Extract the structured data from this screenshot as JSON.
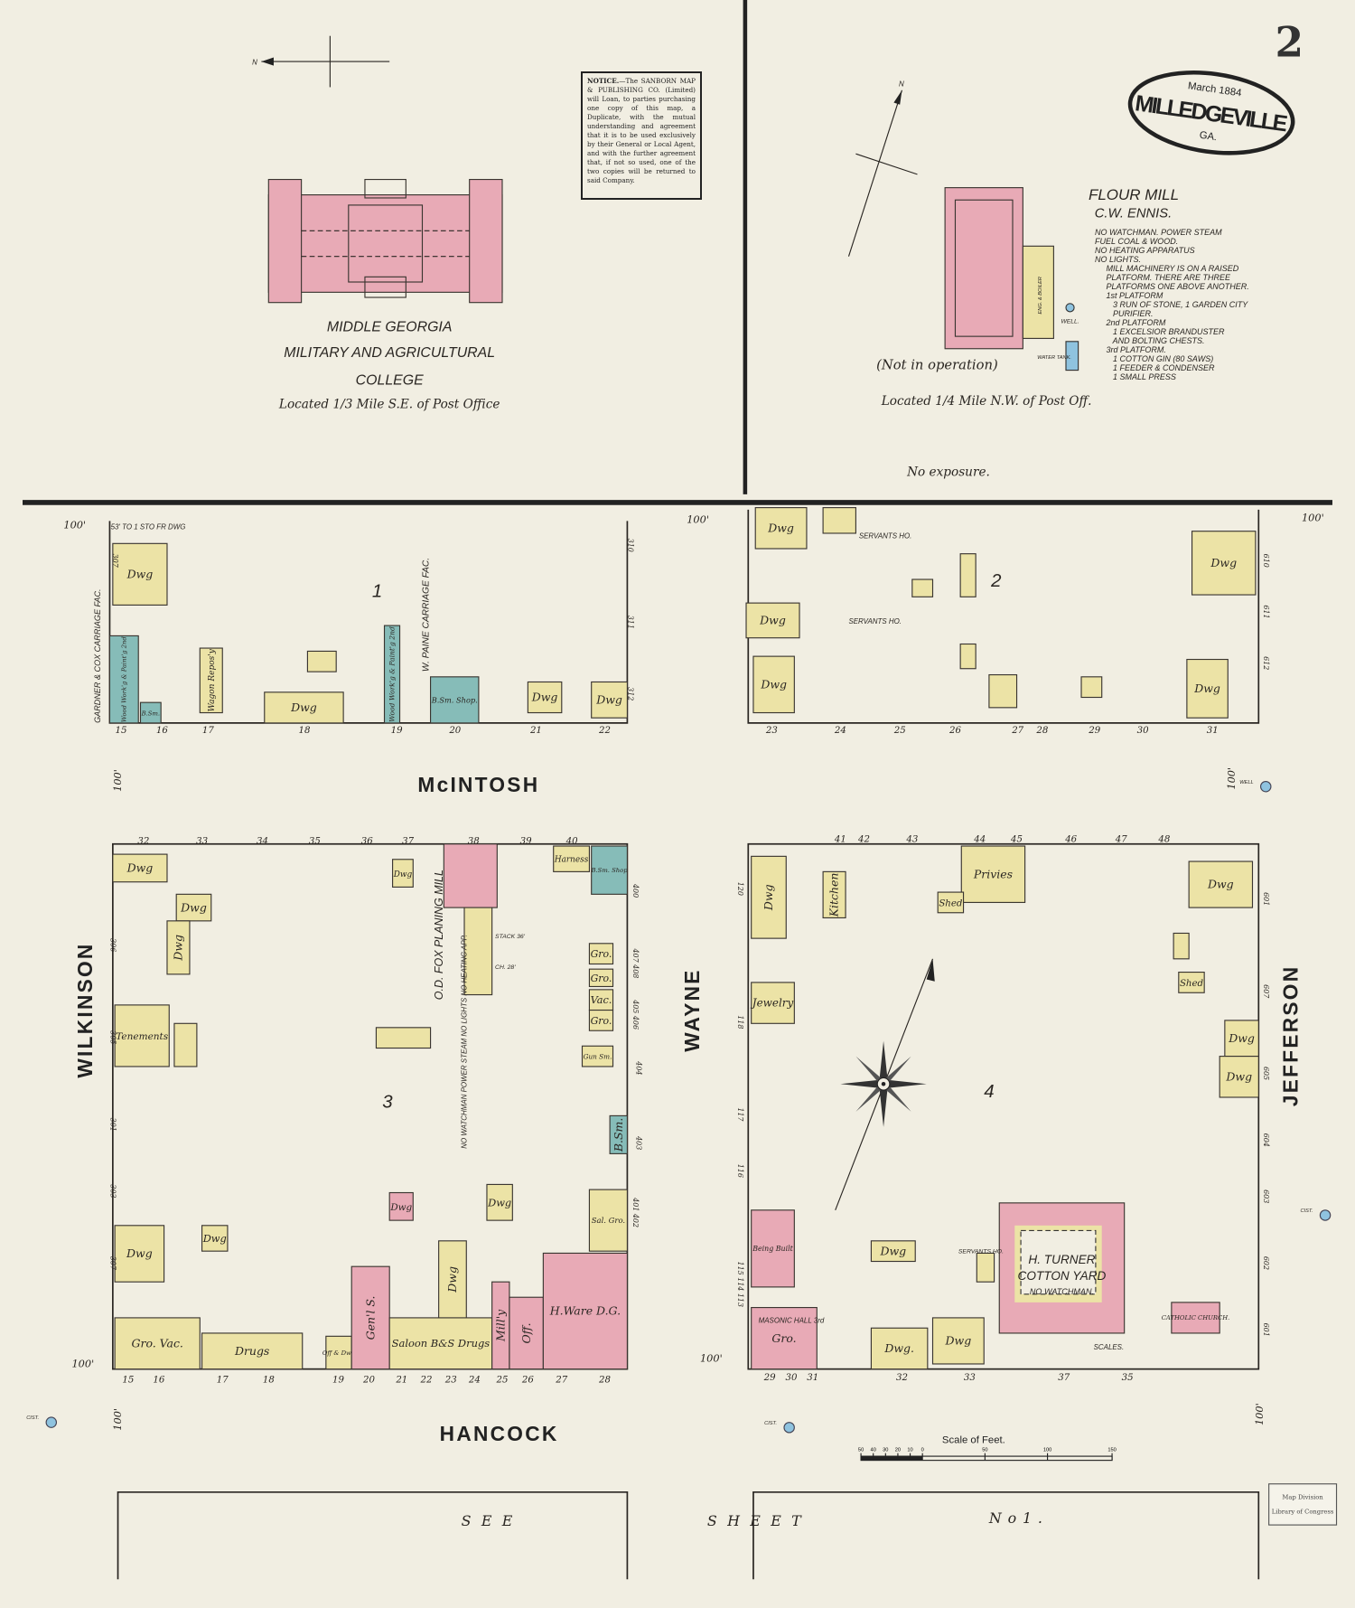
{
  "sheet": {
    "number": "2"
  },
  "title_seal": {
    "date": "March 1884",
    "city": "MILLEDGEVILLE",
    "state": "GA."
  },
  "notice": {
    "heading": "NOTICE.",
    "text": "—The SANBORN MAP & PUBLISHING CO. (Limited) will Loan, to parties purchasing one copy of this map, a Duplicate, with the mutual understanding and agreement that it is to be used exclusively by their General or Local Agent, and with the further agreement that, if not so used, one of the two copies will be returned to said Company."
  },
  "college": {
    "name_line1": "MIDDLE GEORGIA",
    "name_line2": "MILITARY AND AGRICULTURAL",
    "name_line3": "COLLEGE",
    "location": "Located 1/3 Mile S.E. of Post Office",
    "north_label": "N"
  },
  "flour_mill": {
    "title": "FLOUR MILL",
    "owner": "C.W. ENNIS.",
    "notes": [
      "NO WATCHMAN. POWER STEAM",
      "FUEL COAL & WOOD.",
      "NO HEATING APPARATUS",
      "NO LIGHTS.",
      "     MILL MACHINERY IS ON A RAISED",
      "     PLATFORM. THERE ARE THREE",
      "     PLATFORMS ONE ABOVE ANOTHER.",
      "     1st PLATFORM",
      "        3 RUN OF STONE, 1 GARDEN CITY",
      "        PURIFIER.",
      "     2nd PLATFORM",
      "        1 EXCELSIOR BRANDUSTER",
      "        AND BOLTING CHESTS.",
      "     3rd PLATFORM.",
      "        1 COTTON GIN (80 SAWS)",
      "        1 FEEDER & CONDENSER",
      "        1 SMALL PRESS"
    ],
    "status": "(Not in operation)",
    "location": "Located 1/4 Mile N.W. of Post Off.",
    "exposure": "No exposure.",
    "well_label": "WELL.",
    "tank_label": "WATER TANK.",
    "engine_label": "ENG. & BOILER",
    "north_label": "N"
  },
  "streets": {
    "mcintosh": "McINTOSH",
    "hancock": "HANCOCK",
    "wilkinson": "WILKINSON",
    "wayne": "WAYNE",
    "jefferson": "JEFFERSON"
  },
  "blocks": [
    {
      "number": "1",
      "lots": [
        "15",
        "16",
        "17",
        "18",
        "19",
        "20",
        "21",
        "22"
      ]
    },
    {
      "number": "2",
      "lots": [
        "23",
        "24",
        "25",
        "26",
        "27",
        "28",
        "29",
        "30",
        "31"
      ]
    },
    {
      "number": "3",
      "lots_top": [
        "32",
        "33",
        "34",
        "35",
        "36",
        "37",
        "38",
        "39",
        "40"
      ],
      "lots_bottom": [
        "15",
        "16",
        "17",
        "18",
        "19",
        "20",
        "21",
        "22",
        "23",
        "24",
        "25",
        "26",
        "27",
        "28"
      ]
    },
    {
      "number": "4",
      "lots_top": [
        "41",
        "42",
        "43",
        "44",
        "45",
        "46",
        "47",
        "48"
      ],
      "lots_bottom": [
        "29",
        "30",
        "31",
        "32",
        "33",
        "37",
        "35"
      ]
    }
  ],
  "frontage_labels": [
    "100'",
    "100'",
    "100'",
    "100'",
    "100'",
    "100'",
    "100'",
    "100'",
    "100'"
  ],
  "house_numbers": [
    "307",
    "310",
    "311",
    "312",
    "306",
    "305",
    "301",
    "303",
    "307",
    "400",
    "407 408",
    "405 406",
    "404",
    "403",
    "401 402",
    "120",
    "118",
    "117",
    "116",
    "115 114 113",
    "607",
    "605",
    "604",
    "603",
    "602",
    "601",
    "610",
    "611",
    "612",
    "601"
  ],
  "map_notes": {
    "dwg_note": "53' TO 1 STO FR DWG",
    "gardner_cox": "GARDNER & COX CARRIAGE FAC.",
    "paine": "W. PAINE CARRIAGE FAC.",
    "fox_mill": "O.D. FOX PLANING MILL",
    "fox_notes": "NO WATCHMAN POWER STEAM NO LIGHTS NO HEATING APP.",
    "servants1": "SERVANTS HO.",
    "servants2": "SERVANTS HO.",
    "servants3": "SERVANTS HO.",
    "cotton_yard_l1": "H. TURNER",
    "cotton_yard_l2": "COTTON YARD",
    "cotton_yard_l3": "NO WATCHMAN.",
    "scales": "SCALES.",
    "masonic": "MASONIC HALL 3rd",
    "stack1": "STACK 36'",
    "stack2": "CH. 28'"
  },
  "wells": [
    {
      "label": "WELL"
    },
    {
      "label": "CIST."
    },
    {
      "label": "CIST."
    },
    {
      "label": "CIST."
    }
  ],
  "scale": {
    "title": "Scale of Feet.",
    "ticks": [
      "50",
      "40",
      "30",
      "20",
      "10",
      "0",
      "50",
      "100",
      "150"
    ]
  },
  "footer": {
    "see": "SEE",
    "sheet": "SHEET",
    "no": "No1."
  },
  "stamp": {
    "line1": "Map Division",
    "line2": "Library of Congress"
  },
  "legend_colors": {
    "frame": "#ece3a6",
    "brick": "#e8aab6",
    "stone": "#86bcb8",
    "paper": "#f1eee2",
    "water": "#8fc3df"
  },
  "buildings": [
    {
      "label": "Dwg",
      "material": "frame"
    },
    {
      "label": "Wood Work'g & Paint'g 2nd",
      "material": "stone"
    },
    {
      "label": "B.Sm.",
      "material": "stone"
    },
    {
      "label": "Wagon Repos'y",
      "material": "frame"
    },
    {
      "label": "Dwg",
      "material": "frame"
    },
    {
      "label": "",
      "material": "frame"
    },
    {
      "label": "Wood Work'g & Paint'g 2nd",
      "material": "stone"
    },
    {
      "label": "B.Sm. Shop.",
      "material": "stone"
    },
    {
      "label": "Dwg",
      "material": "frame"
    },
    {
      "label": "Dwg",
      "material": "frame"
    },
    {
      "label": "Dwg",
      "material": "frame"
    },
    {
      "label": "",
      "material": "frame"
    },
    {
      "label": "Dwg",
      "material": "frame"
    },
    {
      "label": "Dwg",
      "material": "frame"
    },
    {
      "label": "",
      "material": "frame"
    },
    {
      "label": "",
      "material": "frame"
    },
    {
      "label": "",
      "material": "frame"
    },
    {
      "label": "",
      "material": "frame"
    },
    {
      "label": "",
      "material": "frame"
    },
    {
      "label": "Dwg",
      "material": "frame"
    },
    {
      "label": "Dwg",
      "material": "frame"
    },
    {
      "label": "Dwg",
      "material": "frame"
    },
    {
      "label": "Dwg",
      "material": "frame"
    },
    {
      "label": "Dwg",
      "material": "frame"
    },
    {
      "label": "Tenements",
      "material": "frame"
    },
    {
      "label": "",
      "material": "frame"
    },
    {
      "label": "Dwg",
      "material": "frame"
    },
    {
      "label": "",
      "material": "frame"
    },
    {
      "label": "",
      "material": "brick"
    },
    {
      "label": "",
      "material": "frame"
    },
    {
      "label": "Harness",
      "material": "frame"
    },
    {
      "label": "B.Sm. Shop",
      "material": "stone"
    },
    {
      "label": "Gro.",
      "material": "frame"
    },
    {
      "label": "Gro.",
      "material": "frame"
    },
    {
      "label": "Vac.",
      "material": "frame"
    },
    {
      "label": "Gro.",
      "material": "frame"
    },
    {
      "label": "Gun Sm.",
      "material": "frame"
    },
    {
      "label": "B.Sm.",
      "material": "stone"
    },
    {
      "label": "Dwg",
      "material": "frame"
    },
    {
      "label": "Dwg",
      "material": "brick"
    },
    {
      "label": "Sal. Gro.",
      "material": "frame"
    },
    {
      "label": "Dwg",
      "material": "frame"
    },
    {
      "label": "Dwg",
      "material": "frame"
    },
    {
      "label": "Gro.  Vac.",
      "material": "frame"
    },
    {
      "label": "Drugs",
      "material": "frame"
    },
    {
      "label": "Off & Dwg",
      "material": "frame"
    },
    {
      "label": "Gen'l S.",
      "material": "brick"
    },
    {
      "label": "Saloon  B&S  Drugs",
      "material": "frame"
    },
    {
      "label": "Dwg",
      "material": "frame"
    },
    {
      "label": "Mill'y",
      "material": "brick"
    },
    {
      "label": "Off.",
      "material": "brick"
    },
    {
      "label": "H.Ware  D.G.",
      "material": "brick"
    },
    {
      "label": "Dwg",
      "material": "frame"
    },
    {
      "label": "Kitchen",
      "material": "frame"
    },
    {
      "label": "Privies",
      "material": "frame"
    },
    {
      "label": "Shed",
      "material": "frame"
    },
    {
      "label": "Dwg",
      "material": "frame"
    },
    {
      "label": "",
      "material": "frame"
    },
    {
      "label": "Shed",
      "material": "frame"
    },
    {
      "label": "Jewelry",
      "material": "frame"
    },
    {
      "label": "Dwg",
      "material": "frame"
    },
    {
      "label": "Dwg",
      "material": "frame"
    },
    {
      "label": "Being Built",
      "material": "brick"
    },
    {
      "label": "Gro.",
      "material": "brick"
    },
    {
      "label": "Dwg",
      "material": "frame"
    },
    {
      "label": "",
      "material": "frame"
    },
    {
      "label": "",
      "material": "frame"
    },
    {
      "label": "Dwg.",
      "material": "frame"
    },
    {
      "label": "Dwg",
      "material": "frame"
    },
    {
      "label": "",
      "material": "brick"
    },
    {
      "label": "CATHOLIC CHURCH.",
      "material": "brick"
    }
  ]
}
